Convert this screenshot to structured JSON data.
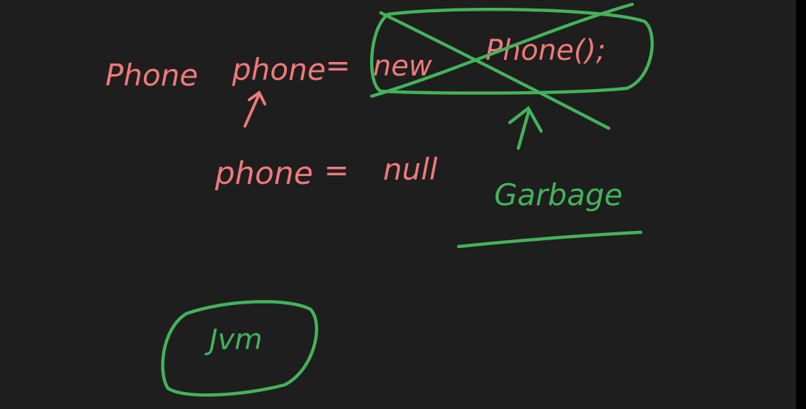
{
  "colors": {
    "board": "#1f1e1f",
    "pink_ink": "#f07a7a",
    "green_ink": "#43b35a"
  },
  "line1": {
    "type": "Phone",
    "var": "phone",
    "eq": "=",
    "new_kw": "new",
    "ctor": "Phone();"
  },
  "line2": {
    "var": "phone",
    "eq": "=",
    "value": "null"
  },
  "garbage_label": "Garbage",
  "jvm_label": "Jvm",
  "icons": {
    "pointer_arrow": "up-arrow-icon",
    "garbage_arrow": "up-arrow-icon",
    "cross": "x-cross-icon"
  }
}
